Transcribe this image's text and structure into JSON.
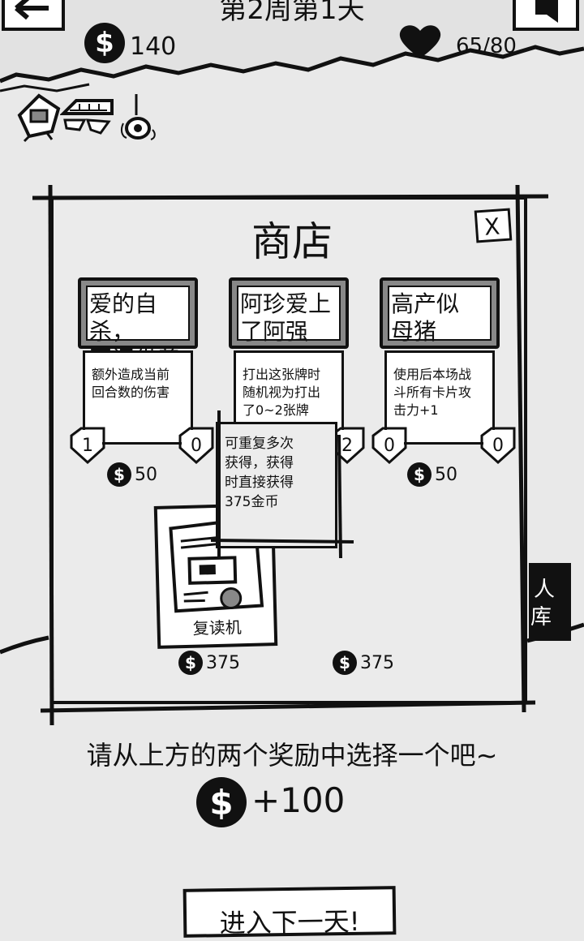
{
  "header": {
    "title": "第2周第1天",
    "money": "140",
    "health": "65/80"
  },
  "icons": {
    "currency": "dollar-coin-icon",
    "health": "heart-icon",
    "back": "back-arrow-icon",
    "sound": "speaker-icon",
    "relics": [
      "robot-head-icon",
      "keyboard-icon",
      "lasso-icon"
    ]
  },
  "shop": {
    "title": "商店",
    "close_label": "X",
    "cards": [
      {
        "name": "爱的自杀，\n再问供养",
        "description": "额外造成当前\n回合数的伤害",
        "cost": "1",
        "value": "0",
        "price": "50"
      },
      {
        "name": "阿珍爱上\n了阿强",
        "description": "打出这张牌时\n随机视为打出\n了0~2张牌",
        "cost": "",
        "value": "2",
        "price": ""
      },
      {
        "name": "高产似\n母猪",
        "description": "使用后本场战\n斗所有卡片攻\n击力+1",
        "cost": "0",
        "value": "0",
        "price": "50"
      }
    ],
    "tooltip": "可重复多次\n获得，获得\n时直接获得\n375金币",
    "item": {
      "name": "复读机",
      "price": "375"
    },
    "second_price": "375",
    "currency_symbol": "$"
  },
  "side_button": {
    "label_line1": "人",
    "label_line2": "库"
  },
  "reward": {
    "prompt": "请从上方的两个奖励中选择一个吧~",
    "amount": "+100"
  },
  "next_button": {
    "label": "进入下一天!"
  },
  "colors": {
    "ink": "#111111",
    "paper": "#e9e9e9",
    "card": "#ffffff"
  }
}
